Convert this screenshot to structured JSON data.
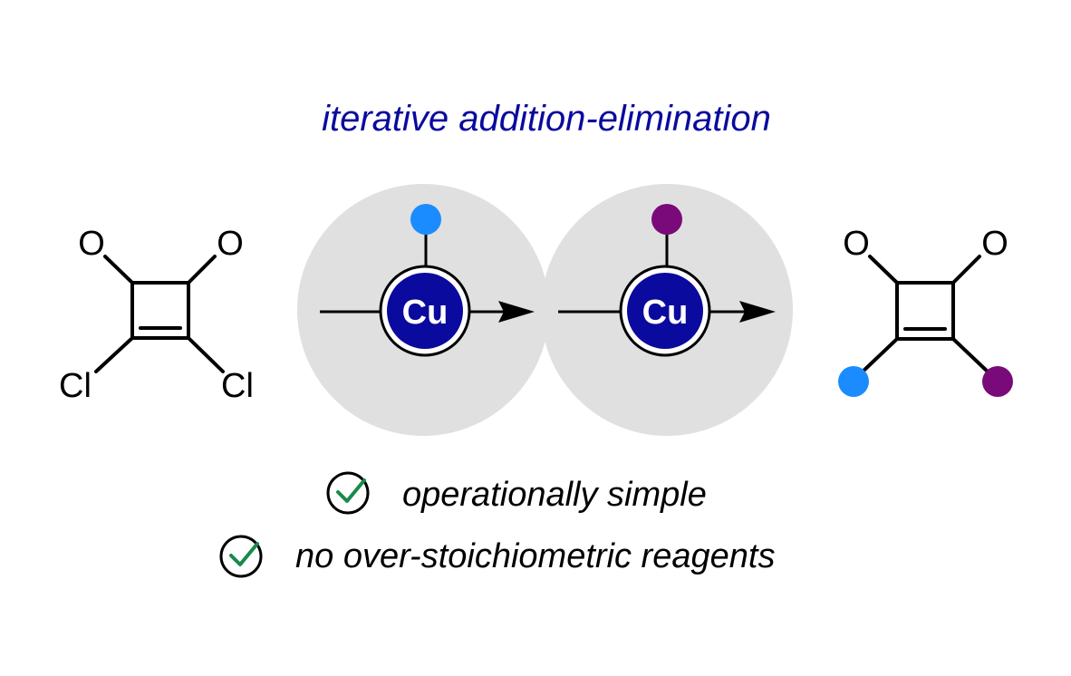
{
  "header": {
    "title": "iterative addition-elimination"
  },
  "reactant": {
    "atom_o_left": "O",
    "atom_o_right": "O",
    "atom_cl_left": "Cl",
    "atom_cl_right": "Cl"
  },
  "catalysis": {
    "step1": {
      "metal": "Cu",
      "substituent_color": "#1a8cff"
    },
    "step2": {
      "metal": "Cu",
      "substituent_color": "#7a0a7a"
    }
  },
  "product": {
    "atom_o_left": "O",
    "atom_o_right": "O",
    "left_substituent_color": "#1a8cff",
    "right_substituent_color": "#7a0a7a"
  },
  "features": [
    {
      "text": "operationally simple",
      "check_color": "#1a8a4a"
    },
    {
      "text": "no over-stoichiometric reagents",
      "check_color": "#1a8a4a"
    }
  ],
  "colors": {
    "title": "#0a0a9e",
    "copper": "#0a0a9e",
    "halo": "#e0e0e0"
  }
}
